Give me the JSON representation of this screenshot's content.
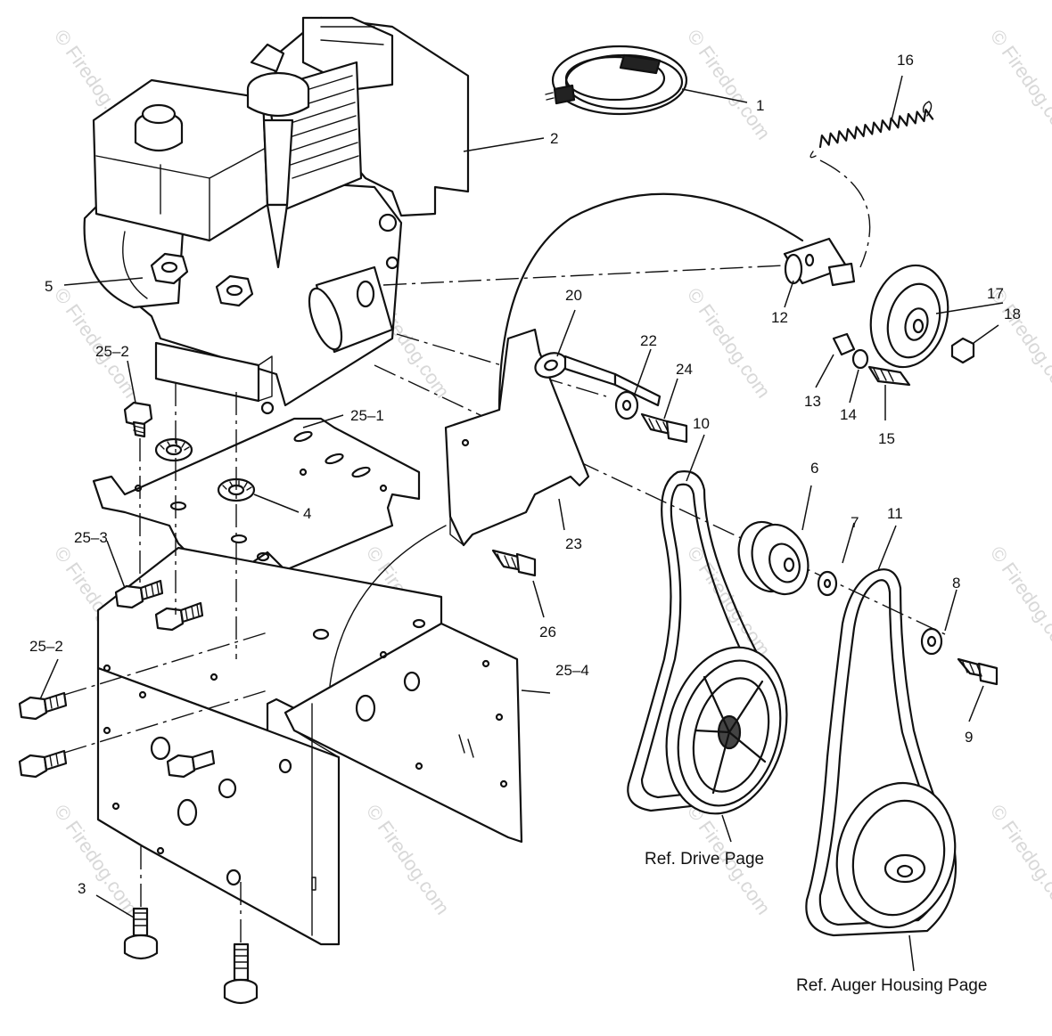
{
  "diagram": {
    "watermark": "© Firedog.com",
    "callouts": [
      {
        "id": "c1",
        "text": "1"
      },
      {
        "id": "c2",
        "text": "2"
      },
      {
        "id": "c3",
        "text": "3"
      },
      {
        "id": "c4",
        "text": "4"
      },
      {
        "id": "c5",
        "text": "5"
      },
      {
        "id": "c6",
        "text": "6"
      },
      {
        "id": "c7",
        "text": "7"
      },
      {
        "id": "c8",
        "text": "8"
      },
      {
        "id": "c9",
        "text": "9"
      },
      {
        "id": "c10",
        "text": "10"
      },
      {
        "id": "c11",
        "text": "11"
      },
      {
        "id": "c12",
        "text": "12"
      },
      {
        "id": "c13",
        "text": "13"
      },
      {
        "id": "c14",
        "text": "14"
      },
      {
        "id": "c15",
        "text": "15"
      },
      {
        "id": "c16",
        "text": "16"
      },
      {
        "id": "c17",
        "text": "17"
      },
      {
        "id": "c18",
        "text": "18"
      },
      {
        "id": "c20",
        "text": "20"
      },
      {
        "id": "c22",
        "text": "22"
      },
      {
        "id": "c23",
        "text": "23"
      },
      {
        "id": "c24",
        "text": "24"
      },
      {
        "id": "c25_1",
        "text": "25–1"
      },
      {
        "id": "c25_2a",
        "text": "25–2"
      },
      {
        "id": "c25_2b",
        "text": "25–2"
      },
      {
        "id": "c25_3",
        "text": "25–3"
      },
      {
        "id": "c25_4",
        "text": "25–4"
      },
      {
        "id": "c26",
        "text": "26"
      }
    ],
    "references": {
      "drive": "Ref. Drive Page",
      "auger": "Ref. Auger Housing Page"
    }
  }
}
